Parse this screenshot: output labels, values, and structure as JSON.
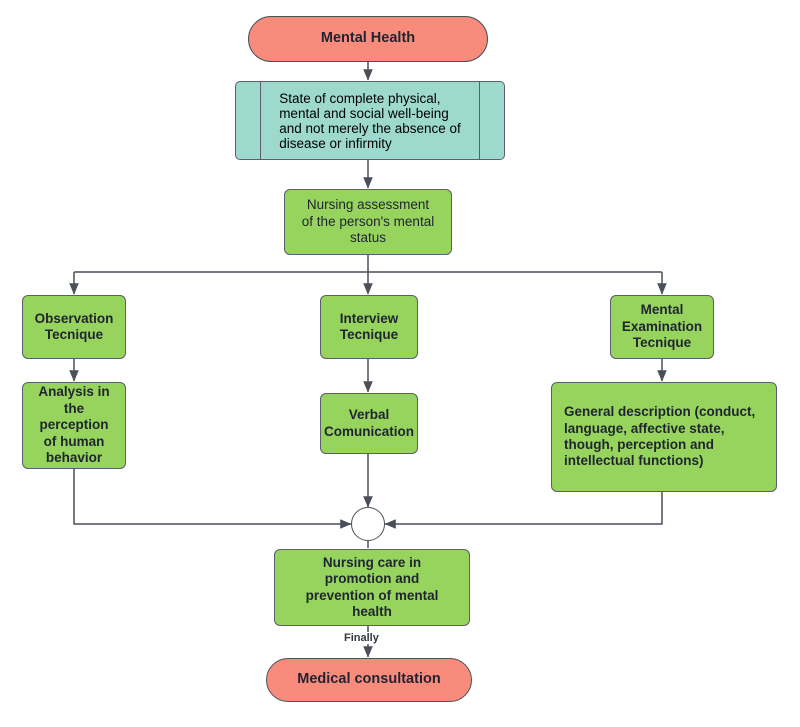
{
  "diagram": {
    "title": "Mental Health nursing assessment flowchart",
    "colors": {
      "terminator_fill": "#F98B7D",
      "process_fill": "#97D45E",
      "subroutine_fill": "#9ED9CE",
      "stroke": "#5a5f6b",
      "text": "#1f2430",
      "background": "#ffffff"
    },
    "nodes": {
      "start": {
        "label": "Mental Health",
        "shape": "terminator"
      },
      "definition": {
        "label": "State of complete physical,\nmental and social well-being\nand not merely the absence of\ndisease or infirmity",
        "shape": "subroutine"
      },
      "assessment": {
        "label": "Nursing assessment\nof the person's mental\nstatus",
        "shape": "process"
      },
      "observation_technique": {
        "label": "Observation\nTecnique",
        "shape": "process"
      },
      "interview_technique": {
        "label": "Interview\nTecnique",
        "shape": "process"
      },
      "mental_examination_technique": {
        "label": "Mental\nExamination\nTecnique",
        "shape": "process"
      },
      "analysis_perception": {
        "label": "Analysis in\nthe\nperception\nof human\nbehavior",
        "shape": "process"
      },
      "verbal_communication": {
        "label": "Verbal\nComunication",
        "shape": "process"
      },
      "general_description": {
        "label": "General description (conduct,\nlanguage, affective state,\nthough, perception and\nintellectual functions)",
        "shape": "process"
      },
      "junction": {
        "label": "",
        "shape": "summing-junction"
      },
      "nursing_care": {
        "label": "Nursing care in\npromotion and\nprevention of mental\nhealth",
        "shape": "process"
      },
      "end": {
        "label": "Medical consultation",
        "shape": "terminator"
      }
    },
    "edge_labels": {
      "finally": "Finally"
    }
  }
}
